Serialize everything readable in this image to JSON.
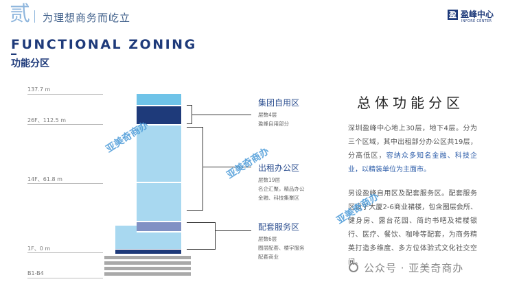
{
  "header": {
    "section_num": "贰",
    "title": "为理想商务而屹立",
    "logo_char": "盈",
    "logo_name": "盈峰中心",
    "logo_sub": "INFORE CENTER"
  },
  "titles": {
    "en": "FUNCTIONAL ZONING",
    "cn": "功能分区"
  },
  "levels": [
    {
      "label": "137.7 m"
    },
    {
      "label": "26F、112.5 m"
    },
    {
      "label": "14F、61.8 m"
    },
    {
      "label": "1F、0 m"
    },
    {
      "label": "B1-B4"
    }
  ],
  "zones": [
    {
      "title": "集团自用区",
      "lines": [
        "层数4层",
        "盈峰自用部分"
      ]
    },
    {
      "title": "出租办公区",
      "lines": [
        "层数19层",
        "名企汇聚，精品办公",
        "金融、科技集聚区"
      ]
    },
    {
      "title": "配套服务区",
      "lines": [
        "层数6层",
        "圈层配套、楼宇服务",
        "配套商业"
      ]
    }
  ],
  "right": {
    "title": "总体功能分区",
    "p1_a": "深圳盈峰中心地上30层，地下4层。分为三个区域，其中出租部分办公区共19层，分高低区，",
    "p1_hl": "容纳众多知名金融、科技企业，以精装单位为主面市。",
    "p2": "另设盈峰自用区及配套服务区。配套服务区设于大厦2-6商业裙楼，包含圈层会所、健身房、露台花园、简约书吧及裙楼银行、医疗、餐饮、咖啡等配套，为商务精英打造多维度、多方位体验式文化社交空间。"
  },
  "watermarks": {
    "w1": "亚美奇商办",
    "w2": "亚美奇商办",
    "w3": "亚美奇商办",
    "footer": "公众号 · 亚美奇商办"
  },
  "colors": {
    "dark_blue": "#1e3a7a",
    "light_blue": "#a8d8f0",
    "mid_blue": "#6fc3e8",
    "slate": "#8091c4",
    "ground": "#a9a9a9"
  }
}
